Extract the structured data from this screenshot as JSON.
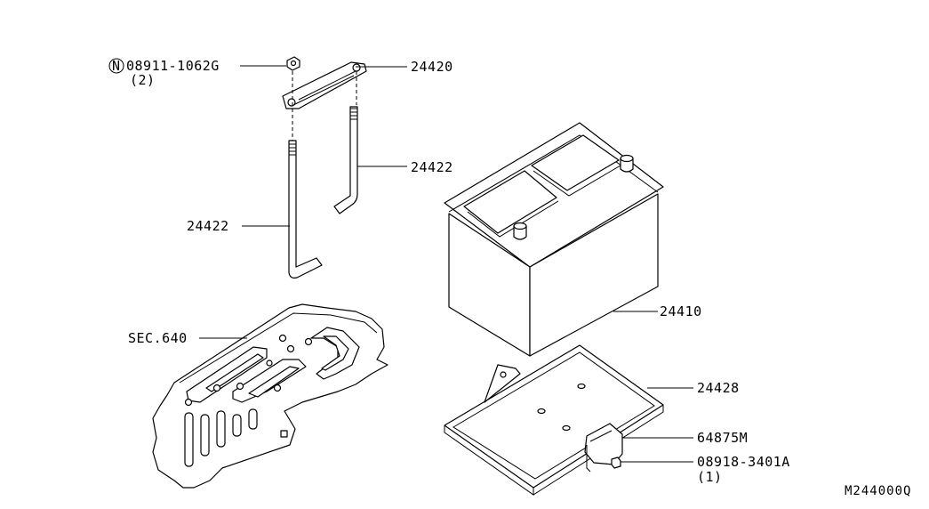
{
  "diagram": {
    "labels": {
      "nut_part_no": "08911-1062G",
      "nut_marker": "N",
      "nut_qty": "(2)",
      "hold_bracket": "24420",
      "rod_right": "24422",
      "rod_left": "24422",
      "battery": "24410",
      "sec_ref": "SEC.640",
      "tray": "24428",
      "bracket": "64875M",
      "bolt_part_no": "08918-3401A",
      "bolt_qty": "(1)",
      "diagram_id": "M244000Q"
    }
  }
}
